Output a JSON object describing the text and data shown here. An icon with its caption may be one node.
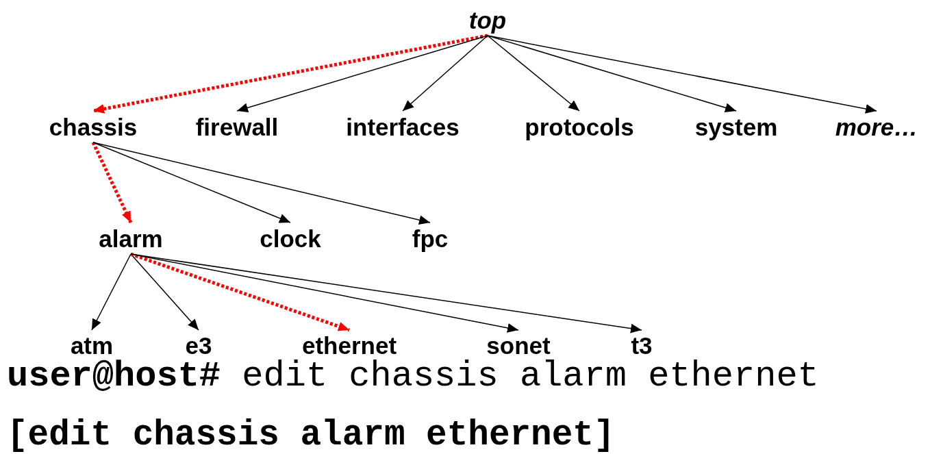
{
  "diagram": {
    "nodes": [
      {
        "text": [
          "top"
        ]
      },
      {
        "text": [
          "chassis"
        ]
      },
      {
        "text": [
          "firewall"
        ]
      },
      {
        "text": [
          "interfaces"
        ]
      },
      {
        "text": [
          "protocols"
        ]
      },
      {
        "text": [
          "system"
        ]
      },
      {
        "text": [
          "more…"
        ]
      },
      {
        "text": [
          "alarm"
        ]
      },
      {
        "text": [
          "clock"
        ]
      },
      {
        "text": [
          "fpc"
        ]
      },
      {
        "text": [
          "atm"
        ]
      },
      {
        "text": [
          "e3"
        ]
      },
      {
        "text": [
          "ethernet"
        ]
      },
      {
        "text": [
          "sonet"
        ]
      },
      {
        "text": [
          "t3"
        ]
      }
    ],
    "edges": [
      {
        "from": 0,
        "to": 1,
        "arrow": "to",
        "style": "dashed",
        "color": "#ff0000"
      },
      {
        "from": 0,
        "to": 2,
        "arrow": "to"
      },
      {
        "from": 0,
        "to": 3,
        "arrow": "to"
      },
      {
        "from": 0,
        "to": 4,
        "arrow": "to"
      },
      {
        "from": 0,
        "to": 5,
        "arrow": "to"
      },
      {
        "from": 0,
        "to": 6,
        "arrow": "to"
      },
      {
        "from": 1,
        "to": 7,
        "arrow": "to",
        "style": "dashed",
        "color": "#ff0000"
      },
      {
        "from": 1,
        "to": 8,
        "arrow": "to"
      },
      {
        "from": 1,
        "to": 9,
        "arrow": "to"
      },
      {
        "from": 7,
        "to": 10,
        "arrow": "to"
      },
      {
        "from": 7,
        "to": 11,
        "arrow": "to"
      },
      {
        "from": 7,
        "to": 12,
        "arrow": "to",
        "style": "dashed",
        "color": "#ff0000"
      },
      {
        "from": 7,
        "to": 13,
        "arrow": "to"
      },
      {
        "from": 7,
        "to": 14,
        "arrow": "to"
      }
    ],
    "labels": [
      "**user@host#** edit chassis alarm ethernet",
      "[edit chassis alarm ethernet]"
    ]
  }
}
